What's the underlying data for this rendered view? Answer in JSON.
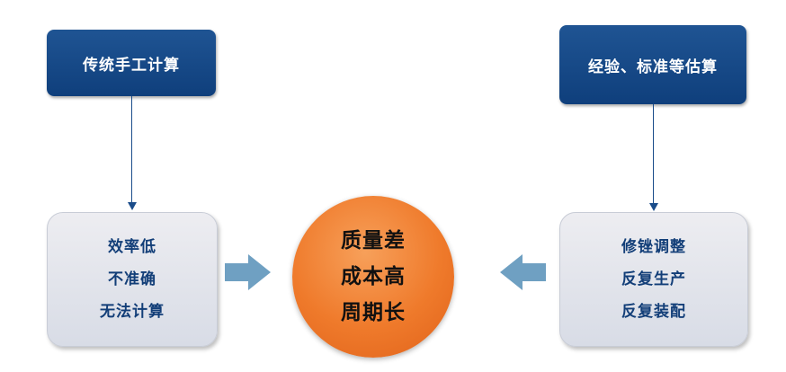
{
  "top_left_box": {
    "label": "传统手工计算"
  },
  "top_right_box": {
    "label": "经验、标准等估算"
  },
  "left_problems": [
    "效率低",
    "不准确",
    "无法计算"
  ],
  "right_problems": [
    "修锉调整",
    "反复生产",
    "反复装配"
  ],
  "center_circle": [
    "质量差",
    "成本高",
    "周期长"
  ],
  "colors": {
    "top_box": "#1f5493",
    "side_box": "#e4e6ec",
    "side_text": "#123e78",
    "center_circle": "#ef7a2b",
    "block_arrow": "#6fa0c2",
    "connector": "#1a4c8a"
  }
}
